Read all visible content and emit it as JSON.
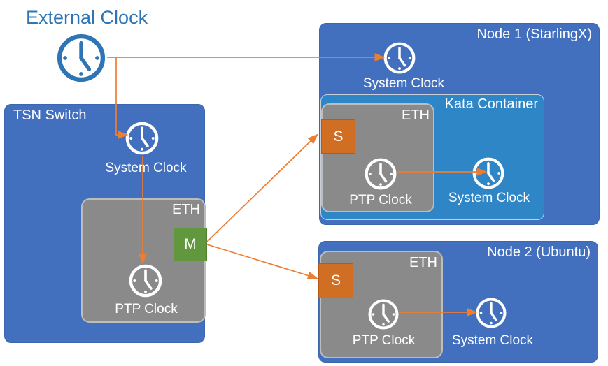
{
  "colors": {
    "node_blue": "#4270be",
    "kata_blue": "#2e86c7",
    "eth_gray": "#8a8a8a",
    "arrow_orange": "#ed7d31",
    "slave_orange": "#d06f24",
    "master_green": "#61983e",
    "external_blue": "#2e75b6"
  },
  "external_clock": {
    "label": "External Clock"
  },
  "tsn_switch": {
    "title": "TSN Switch",
    "system_clock_label": "System Clock",
    "eth": {
      "label": "ETH",
      "badge": "M",
      "ptp_clock_label": "PTP Clock"
    }
  },
  "node1": {
    "title": "Node 1 (StarlingX)",
    "system_clock_label": "System Clock",
    "eth": {
      "label": "ETH",
      "badge": "S",
      "ptp_clock_label": "PTP Clock"
    },
    "kata": {
      "title": "Kata Container",
      "system_clock_label": "System Clock"
    }
  },
  "node2": {
    "title": "Node 2 (Ubuntu)",
    "system_clock_label": "System Clock",
    "eth": {
      "label": "ETH",
      "badge": "S",
      "ptp_clock_label": "PTP Clock"
    }
  }
}
